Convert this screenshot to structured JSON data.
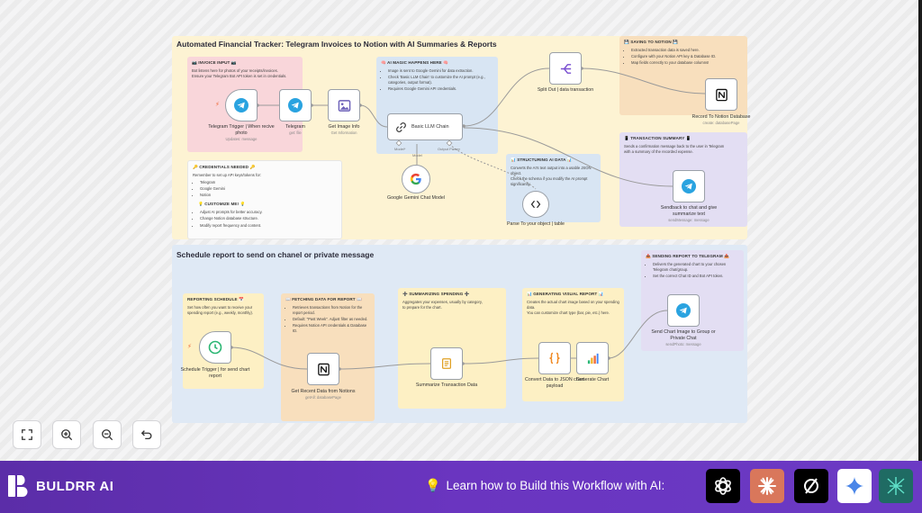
{
  "workflow": {
    "group1_title": "Automated Financial Tracker: Telegram Invoices to Notion with AI Summaries & Reports",
    "group2_title": "Schedule report to send on chanel or private message",
    "notes": {
      "invoice_input": {
        "title": "📷 INVOICE INPUT 📷",
        "lines": [
          "Bot listens here for photos of your receipts/invoices.",
          "Ensure your Telegram Bot API token is set in credentials."
        ]
      },
      "ai_magic": {
        "title": "🧠 AI MAGIC HAPPENS HERE 🧠",
        "items": [
          "Image is sent to Google Gemini for data extraction.",
          "Check 'Basic LLM Chain' to customize the AI prompt (e.g., categories, output format).",
          "Requires Google Gemini API credentials."
        ]
      },
      "saving_notion": {
        "title": "💾 SAVING TO NOTION 💾",
        "items": [
          "Extracted transaction data is saved here.",
          "Configure with your Notion API key & Database ID.",
          "Map fields correctly to your database columns!"
        ]
      },
      "transaction_summary": {
        "title": "📱 TRANSACTION SUMMARY 📱",
        "lines": [
          "Sends a confirmation message back to the user in Telegram",
          "with a summary of the recorded expense."
        ]
      },
      "structuring": {
        "title": "📊 STRUCTURING AI DATA 📊",
        "lines": [
          "Converts the AI's text output into a usable JSON object.",
          "Check the schema if you modify the AI prompt significantly."
        ]
      },
      "credentials": {
        "title": "🔑 CREDENTIALS NEEDED 🔑",
        "intro": "Remember to set up API keys/tokens for:",
        "items": [
          "Telegram",
          "Google Gemini",
          "Notion"
        ],
        "customize_title": "💡 CUSTOMIZE ME! 💡",
        "customize_items": [
          "Adjust AI prompts for better accuracy.",
          "Change Notion database structure.",
          "Modify report frequency and content."
        ]
      },
      "reporting_schedule": {
        "title": "REPORTING SCHEDULE 📅",
        "lines": [
          "Set how often you want to receive your spending report (e.g., weekly, monthly)."
        ]
      },
      "fetching": {
        "title": "📖 FETCHING DATA FOR REPORT 📖",
        "items": [
          "Retrieves transactions from Notion for the report period.",
          "Default: \"Past Week\". Adjust filter as needed.",
          "Requires Notion API credentials & Database ID."
        ]
      },
      "summarizing": {
        "title": "➕ SUMMARIZING SPENDING ➕",
        "lines": [
          "Aggregates your expenses, usually by category,",
          "to prepare for the chart."
        ]
      },
      "visual_report": {
        "title": "📊 GENERATING VISUAL REPORT 📊",
        "lines": [
          "Creates the actual chart image based on your spending data.",
          "You can customize chart type (bar, pie, etc.) here."
        ]
      },
      "sending_report": {
        "title": "📤 SENDING REPORT TO TELEGRAM 📤",
        "items": [
          "Delivers the generated chart to your chosen Telegram chat/group.",
          "Set the correct Chat ID and Bot API token."
        ]
      }
    },
    "nodes": {
      "telegram_trigger": {
        "label": "Telegram Trigger | When recive photo",
        "sub": "Updates: message"
      },
      "telegram": {
        "label": "Telegram",
        "sub": "get: file"
      },
      "get_image_info": {
        "label": "Get Image Info",
        "sub": "Get Information"
      },
      "basic_llm": {
        "label": "Basic LLM Chain",
        "port_model": "Model*",
        "port_parser": "Output Parser",
        "model_label": "Model"
      },
      "gemini": {
        "label": "Google Gemini Chat Model"
      },
      "split_out": {
        "label": "Split Out | data transaction"
      },
      "record_notion": {
        "label": "Record To Notion Database",
        "sub": "create: databasePage"
      },
      "sendback": {
        "label": "Sendback to chat and give summarize text",
        "sub": "sendMessage: message"
      },
      "parse_object": {
        "label": "Parse To your object | table"
      },
      "schedule": {
        "label": "Schedule Trigger | for send chart report"
      },
      "get_notion": {
        "label": "Get Recent Data from Notions",
        "sub": "getAll: databasePage"
      },
      "summarize": {
        "label": "Summarize Transaction Data"
      },
      "convert_json": {
        "label": "Convert Data to JSON chart payload"
      },
      "generate_chart": {
        "label": "Generate Chart"
      },
      "send_chart": {
        "label": "Send Chart Image to Group or Private Chat",
        "sub": "sendPhoto: message"
      }
    }
  },
  "controls": [
    "fit-view",
    "zoom-in",
    "zoom-out",
    "undo"
  ],
  "footer": {
    "brand": "BULDRR AI",
    "learn_text": "Learn how to Build this Workflow with AI:",
    "ai_tools": [
      "chatgpt-icon",
      "claude-icon",
      "perplexity-icon",
      "gemini-icon",
      "deepseek-icon"
    ]
  },
  "colors": {
    "group1_bg": "#fdf3d3",
    "group2_bg": "#dfe9f5",
    "note_pink": "#f9d6da",
    "note_blue": "#d8e5f3",
    "note_orange": "#f8dfbd",
    "note_lavender": "#e3def3",
    "note_yellow": "#fdf0c4",
    "footer_purple": "#6232b4"
  }
}
